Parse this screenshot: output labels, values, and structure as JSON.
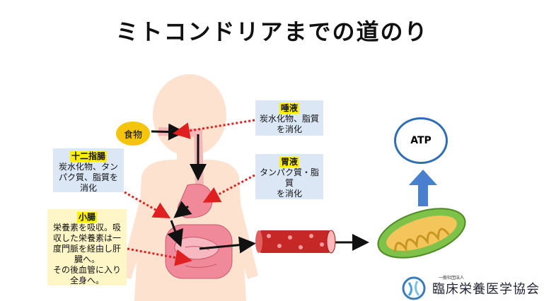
{
  "title": "ミトコンドリアまでの道のり",
  "food_label": "食物",
  "atp_label": "ATP",
  "saliva": {
    "heading": "唾液",
    "lines": [
      "炭水化物、脂質",
      "を消化"
    ]
  },
  "stomach": {
    "heading": "胃液",
    "lines": [
      "タンパク質・脂",
      "質",
      "を消化"
    ]
  },
  "duodenum": {
    "heading": "十二指腸",
    "lines": [
      "炭水化物、タン",
      "パク質、脂質を",
      "消化"
    ]
  },
  "small_intestine": {
    "heading": "小腸",
    "lines": [
      "栄養素を吸収。吸",
      "収した栄養素は一",
      "度門脈を経由し肝",
      "臓へ。",
      "その後血管に入り",
      "全身へ。"
    ]
  },
  "logo": {
    "small": "一般社団法人",
    "name": "臨床栄養医学協会"
  },
  "colors": {
    "skin": "#fde3cf",
    "food": "#f4c40f",
    "arrow_red": "#e02020",
    "atp_border": "#2f6db5",
    "up_arrow": "#4a7fd0",
    "mito": "#7ec24a"
  }
}
